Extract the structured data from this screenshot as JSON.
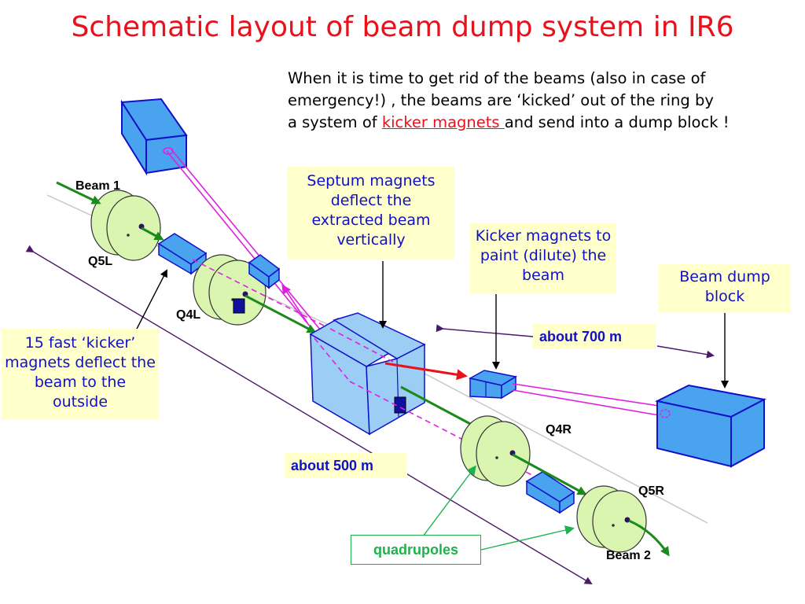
{
  "title": "Schematic layout of beam dump system in IR6",
  "intro": {
    "line1": "When it is time to get rid of the beams (also in case of",
    "line2": "emergency!) , the beams are ‘kicked’ out of the ring by",
    "line3_before": "a system of ",
    "line3_link": "kicker magnets ",
    "line3_after": "and send into a dump block !"
  },
  "notes": {
    "septum": "Septum magnets deflect the extracted beam vertically",
    "kicker_paint": "Kicker magnets to paint (dilute) the beam",
    "dump_block": "Beam dump block",
    "fast_kicker": "15 fast ‘kicker’ magnets deflect the beam to the outside",
    "about_700": "about 700 m",
    "about_500": "about 500 m",
    "quadrupoles": "quadrupoles"
  },
  "labels": {
    "beam1": "Beam 1",
    "beam2": "Beam 2",
    "q5l": "Q5L",
    "q4l": "Q4L",
    "q4r": "Q4R",
    "q5r": "Q5R"
  },
  "colors": {
    "title_red": "#e8121c",
    "note_fill": "#ffffcc",
    "note_text": "#1010c8",
    "magnet_blue": "#4aa3ee",
    "quad_green": "#d9f5b0",
    "beam_green": "#1a8a1a",
    "dump_line": "#e020e0",
    "scale_purple": "#4a1a6a"
  }
}
